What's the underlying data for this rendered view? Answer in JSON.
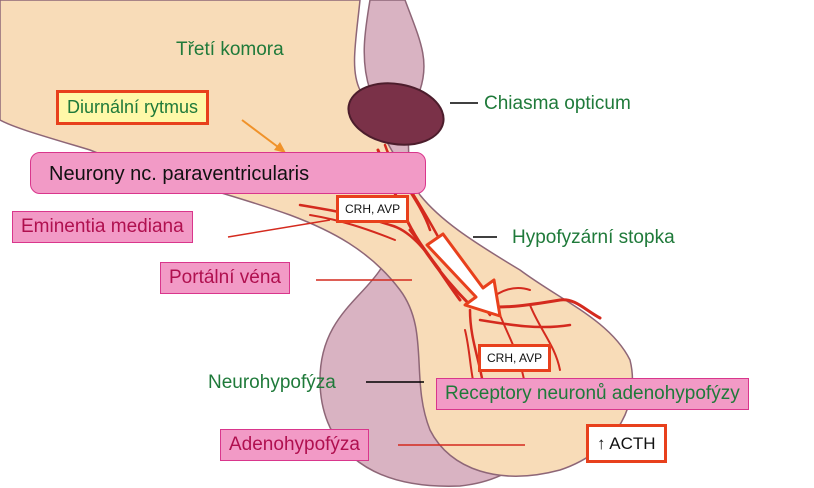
{
  "labels": {
    "treti_komora": "Třetí komora",
    "diurnalni_rytmus": "Diurnální rytmus",
    "chiasma_opticum": "Chiasma opticum",
    "neurony": "Neurony nc. paraventricularis",
    "crh_avp_top": "CRH, AVP",
    "eminentia_mediana": "Eminentia mediana",
    "hypofyzarni_stopka": "Hypofyzární stopka",
    "portalni_vena": "Portální véna",
    "crh_avp_bottom": "CRH, AVP",
    "neurohypofyza": "Neurohypofýza",
    "receptory": "Receptory neuronů adenohypofýzy",
    "adenohypofyza": "Adenohypofýza",
    "acth": "↑ ACTH"
  },
  "colors": {
    "label_green": "#1f7a3a",
    "pink_fill": "#f29ac6",
    "pink_text": "#b0104f",
    "vessel_red": "#d42a1e",
    "orange_border": "#e8401c",
    "tissue_beige": "#f8dcb8",
    "neuro_mauve": "#d9b3c2",
    "chiasm_purple": "#7a3148"
  }
}
